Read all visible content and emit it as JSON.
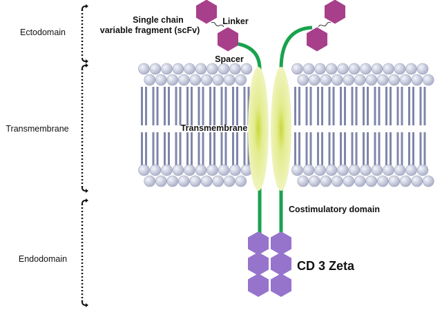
{
  "regions": {
    "ectodomain": "Ectodomain",
    "transmembrane": "Transmembrane",
    "endodomain": "Endodomain"
  },
  "labels": {
    "scfv_line1": "Single chain",
    "scfv_line2": "variable fragment (scFv)",
    "linker": "Linker",
    "spacer": "Spacer",
    "transmembrane": "Transmembrane",
    "costimulatory": "Costimulatory domain",
    "cd3zeta": "CD 3 Zeta"
  },
  "colors": {
    "lipid_head": "#c4c8dc",
    "lipid_tail": "#7f86aa",
    "scfv": "#a83f8a",
    "cd3zeta": "#9674cc",
    "chain": "#1aa24f",
    "transmembrane_domain": "#e6ee9a",
    "bracket": "#111111"
  },
  "icons": {
    "scfv_domain": "purple-hexagon",
    "cd3zeta_domain": "lavender-hexagon",
    "membrane": "lipid-bilayer"
  }
}
